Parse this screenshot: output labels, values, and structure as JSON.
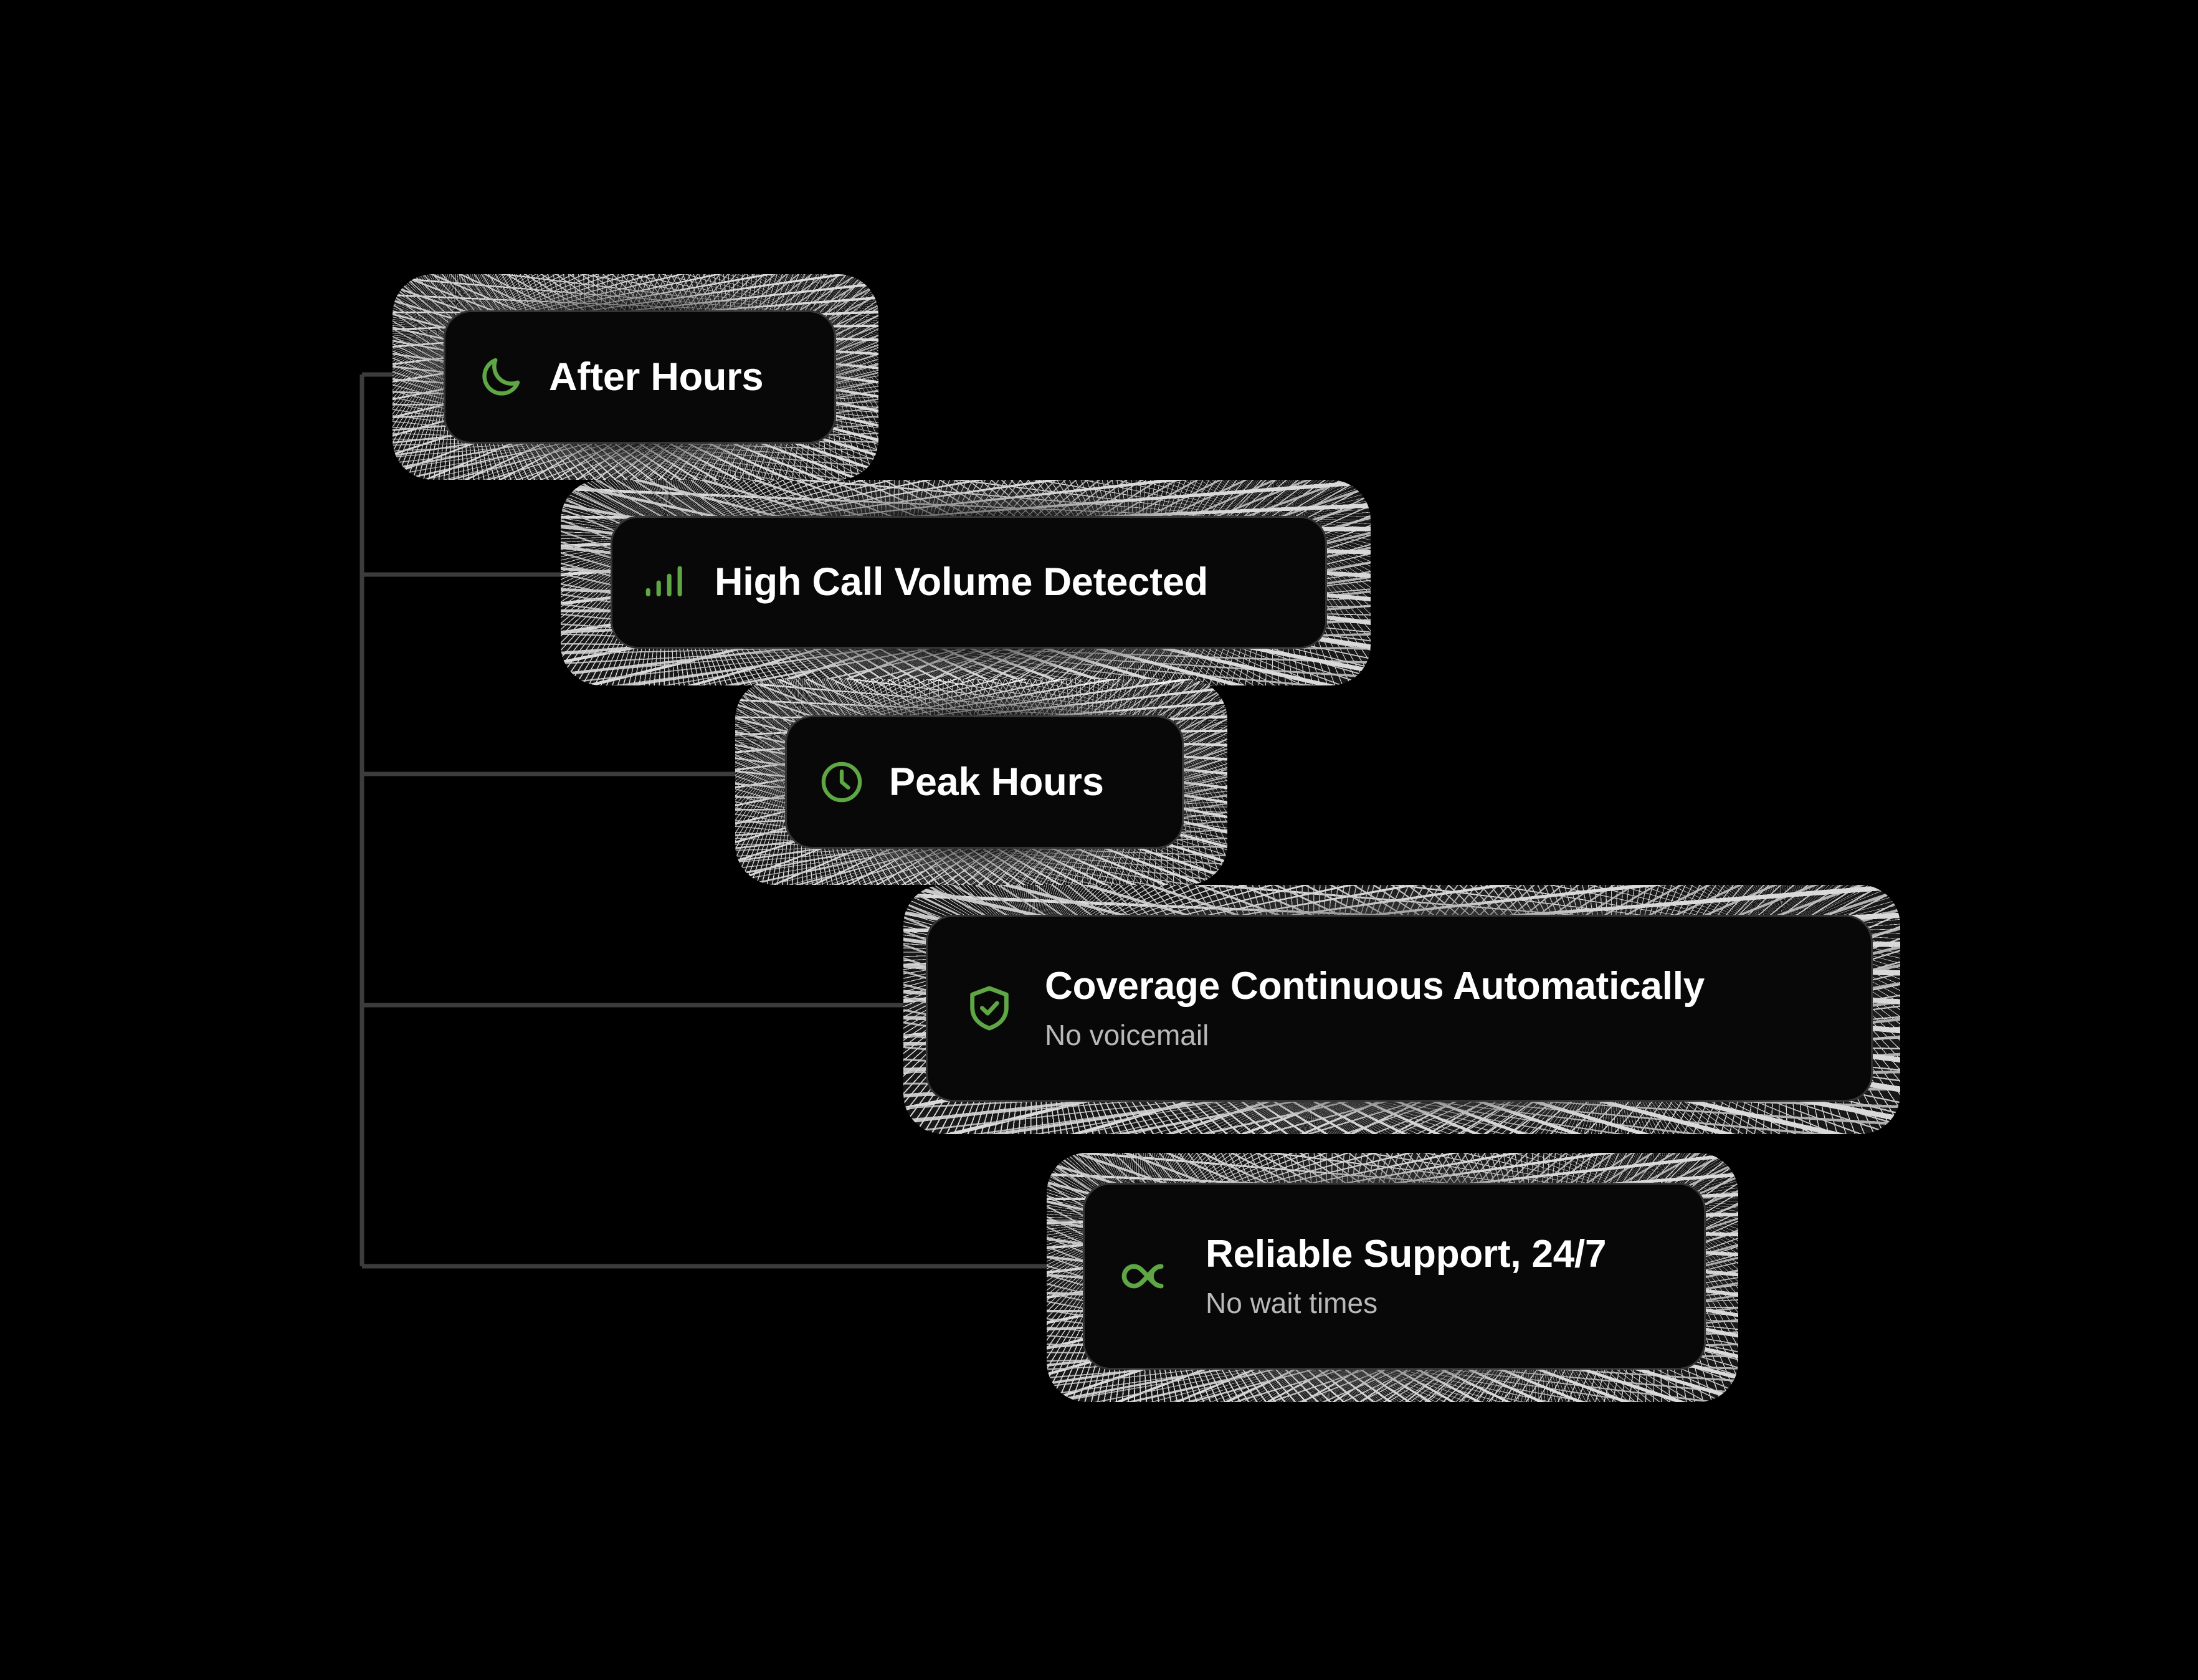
{
  "theme": {
    "background": "#000000",
    "accent_green": "#5FA744",
    "card_background": "#080808",
    "card_border": "#343434",
    "title_color": "#FFFFFF",
    "subtitle_color": "#B9B9B9",
    "connector_color": "#3C3C3C"
  },
  "connector": {
    "name": "branching-tree-connector",
    "orientation": "vertical-trunk-with-horizontal-branches",
    "branch_count": 5
  },
  "cards": [
    {
      "id": "after-hours",
      "icon": "moon-icon",
      "title": "After Hours",
      "subtitle": ""
    },
    {
      "id": "high-call-volume",
      "icon": "signal-bars-icon",
      "title": "High Call Volume Detected",
      "subtitle": ""
    },
    {
      "id": "peak-hours",
      "icon": "clock-icon",
      "title": "Peak Hours",
      "subtitle": ""
    },
    {
      "id": "coverage-continuous",
      "icon": "shield-check-icon",
      "title": "Coverage Continuous Automatically",
      "subtitle": "No voicemail"
    },
    {
      "id": "reliable-support",
      "icon": "infinity-icon",
      "title": "Reliable Support, 24/7",
      "subtitle": "No wait times"
    }
  ]
}
